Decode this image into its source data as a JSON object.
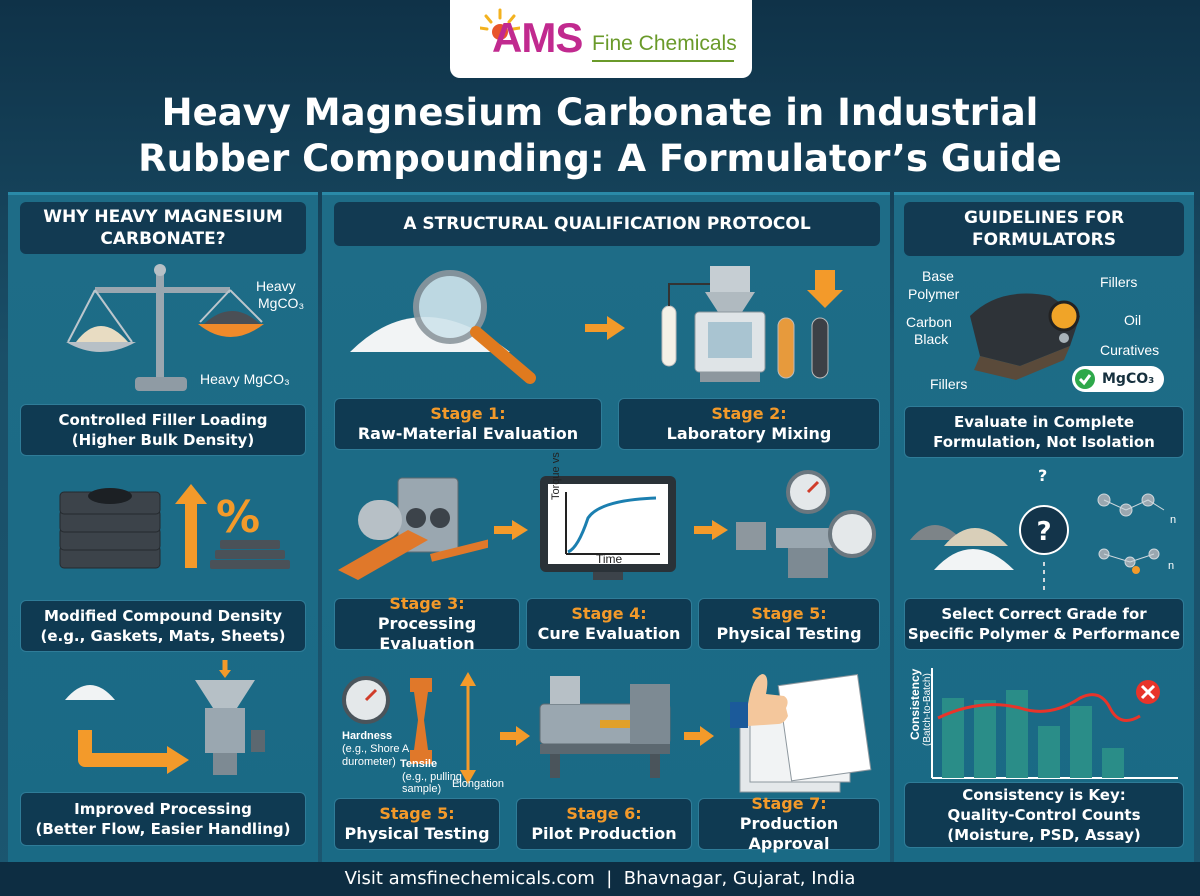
{
  "brand": {
    "logo_main": "AMS",
    "logo_sub": "Fine Chemicals"
  },
  "title": {
    "line1": "Heavy Magnesium Carbonate in Industrial",
    "line2": "Rubber Compounding: A Formulator’s Guide"
  },
  "left": {
    "heading": "WHY HEAVY MAGNESIUM CARBONATE?",
    "scale_label_top_a": "Heavy",
    "scale_label_top_b": "MgCO₃",
    "scale_label_bottom": "Heavy MgCO₃",
    "percent_glyph": "%",
    "items": [
      {
        "line1": "Controlled Filler Loading",
        "line2": "(Higher Bulk Density)"
      },
      {
        "line1": "Modified Compound Density",
        "line2": "(e.g., Gaskets, Mats, Sheets)"
      },
      {
        "line1": "Improved Processing",
        "line2": "(Better Flow, Easier Handling)"
      }
    ]
  },
  "middle": {
    "heading": "A STRUCTURAL QUALIFICATION PROTOCOL",
    "chart_ylabel": "Torque vs",
    "chart_xlabel": "Time",
    "hardness_line1": "Hardness",
    "hardness_line2": "(e.g., Shore A",
    "hardness_line3": "durometer)",
    "tensile_line1": "Tensile",
    "tensile_line2": "(e.g., pulling",
    "tensile_line3": "sample)",
    "elongation": "Elongation",
    "stages": [
      {
        "label": "Stage 1:",
        "text": "Raw-Material Evaluation"
      },
      {
        "label": "Stage 2:",
        "text": "Laboratory Mixing"
      },
      {
        "label": "Stage 3:",
        "text": "Processing Evaluation"
      },
      {
        "label": "Stage 4:",
        "text": "Cure Evaluation"
      },
      {
        "label": "Stage 5:",
        "text": "Physical Testing"
      },
      {
        "label": "Stage 5:",
        "text": "Physical Testing"
      },
      {
        "label": "Stage 6:",
        "text": "Pilot Production"
      },
      {
        "label": "Stage 7:",
        "text": "Production Approval"
      }
    ]
  },
  "right": {
    "heading_line1": "GUIDELINES FOR",
    "heading_line2": "FORMULATORS",
    "diagram": {
      "base_polymer_a": "Base",
      "base_polymer_b": "Polymer",
      "fillers_top": "Fillers",
      "carbon_a": "Carbon",
      "carbon_b": "Black",
      "oil": "Oil",
      "curatives": "Curatives",
      "fillers_bottom": "Fillers",
      "mgco3": "MgCO₃"
    },
    "chart_ylabel_a": "Consistency",
    "chart_ylabel_b": "(Batch-to-Batch)",
    "question": "?",
    "subscript_n": "n",
    "items": [
      {
        "line1": "Evaluate in Complete",
        "line2": "Formulation, Not Isolation"
      },
      {
        "line1": "Select Correct Grade for",
        "line2": "Specific Polymer & Performance"
      },
      {
        "line1": "Consistency is Key:",
        "line2": "Quality-Control Counts",
        "line3": "(Moisture, PSD, Assay)"
      }
    ]
  },
  "footer": {
    "text": "Visit amsfinechemicals.com  |  Bhavnagar, Gujarat, India"
  },
  "colors": {
    "accent": "#f39a2a",
    "panel": "#0f3a52",
    "brand_pink": "#c12a8f",
    "brand_green": "#6a9a2a"
  }
}
